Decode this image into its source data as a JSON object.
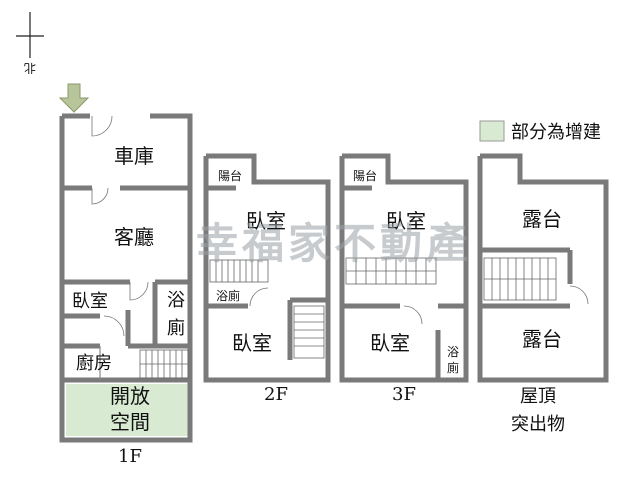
{
  "north": {
    "label": "北"
  },
  "legend": {
    "label": "部分為增建",
    "swatch_color": "#d9ead3"
  },
  "watermark": "幸福家不動產",
  "colors": {
    "wall": "#7a7a7a",
    "addition": "#d9ead3",
    "entry_arrow": "#b8c49a"
  },
  "floors": {
    "f1": {
      "caption": "1F",
      "rooms": {
        "garage": "車庫",
        "living": "客廳",
        "bedroom": "臥室",
        "bath1": "浴",
        "bath2": "廁",
        "kitchen": "廚房",
        "open1": "開放",
        "open2": "空間"
      }
    },
    "f2": {
      "caption": "2F",
      "rooms": {
        "balcony": "陽台",
        "bedroom_top": "臥室",
        "bath": "浴廁",
        "bedroom_bottom": "臥室"
      }
    },
    "f3": {
      "caption": "3F",
      "rooms": {
        "balcony": "陽台",
        "bedroom_top": "臥室",
        "bedroom_bottom": "臥室",
        "bath1": "浴",
        "bath2": "廁"
      }
    },
    "roof": {
      "caption_line1": "屋頂",
      "caption_line2": "突出物",
      "rooms": {
        "terrace_top": "露台",
        "terrace_bottom": "露台"
      }
    }
  }
}
